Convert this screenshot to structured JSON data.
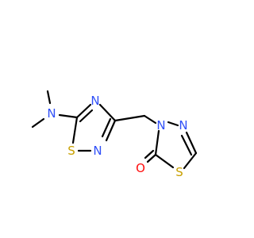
{
  "structure": {
    "atoms": [
      {
        "id": "N_amine",
        "symbol": "N",
        "color": "#3050F8"
      },
      {
        "id": "N_ring1_top",
        "symbol": "N",
        "color": "#3050F8"
      },
      {
        "id": "S_ring1",
        "symbol": "S",
        "color": "#C8A000"
      },
      {
        "id": "N_ring1_bottom",
        "symbol": "N",
        "color": "#3050F8"
      },
      {
        "id": "N_ring2_a",
        "symbol": "N",
        "color": "#3050F8"
      },
      {
        "id": "N_ring2_b",
        "symbol": "N",
        "color": "#3050F8"
      },
      {
        "id": "S_ring2",
        "symbol": "S",
        "color": "#C8A000"
      },
      {
        "id": "O_carbonyl",
        "symbol": "O",
        "color": "#FF0D0D"
      }
    ]
  }
}
